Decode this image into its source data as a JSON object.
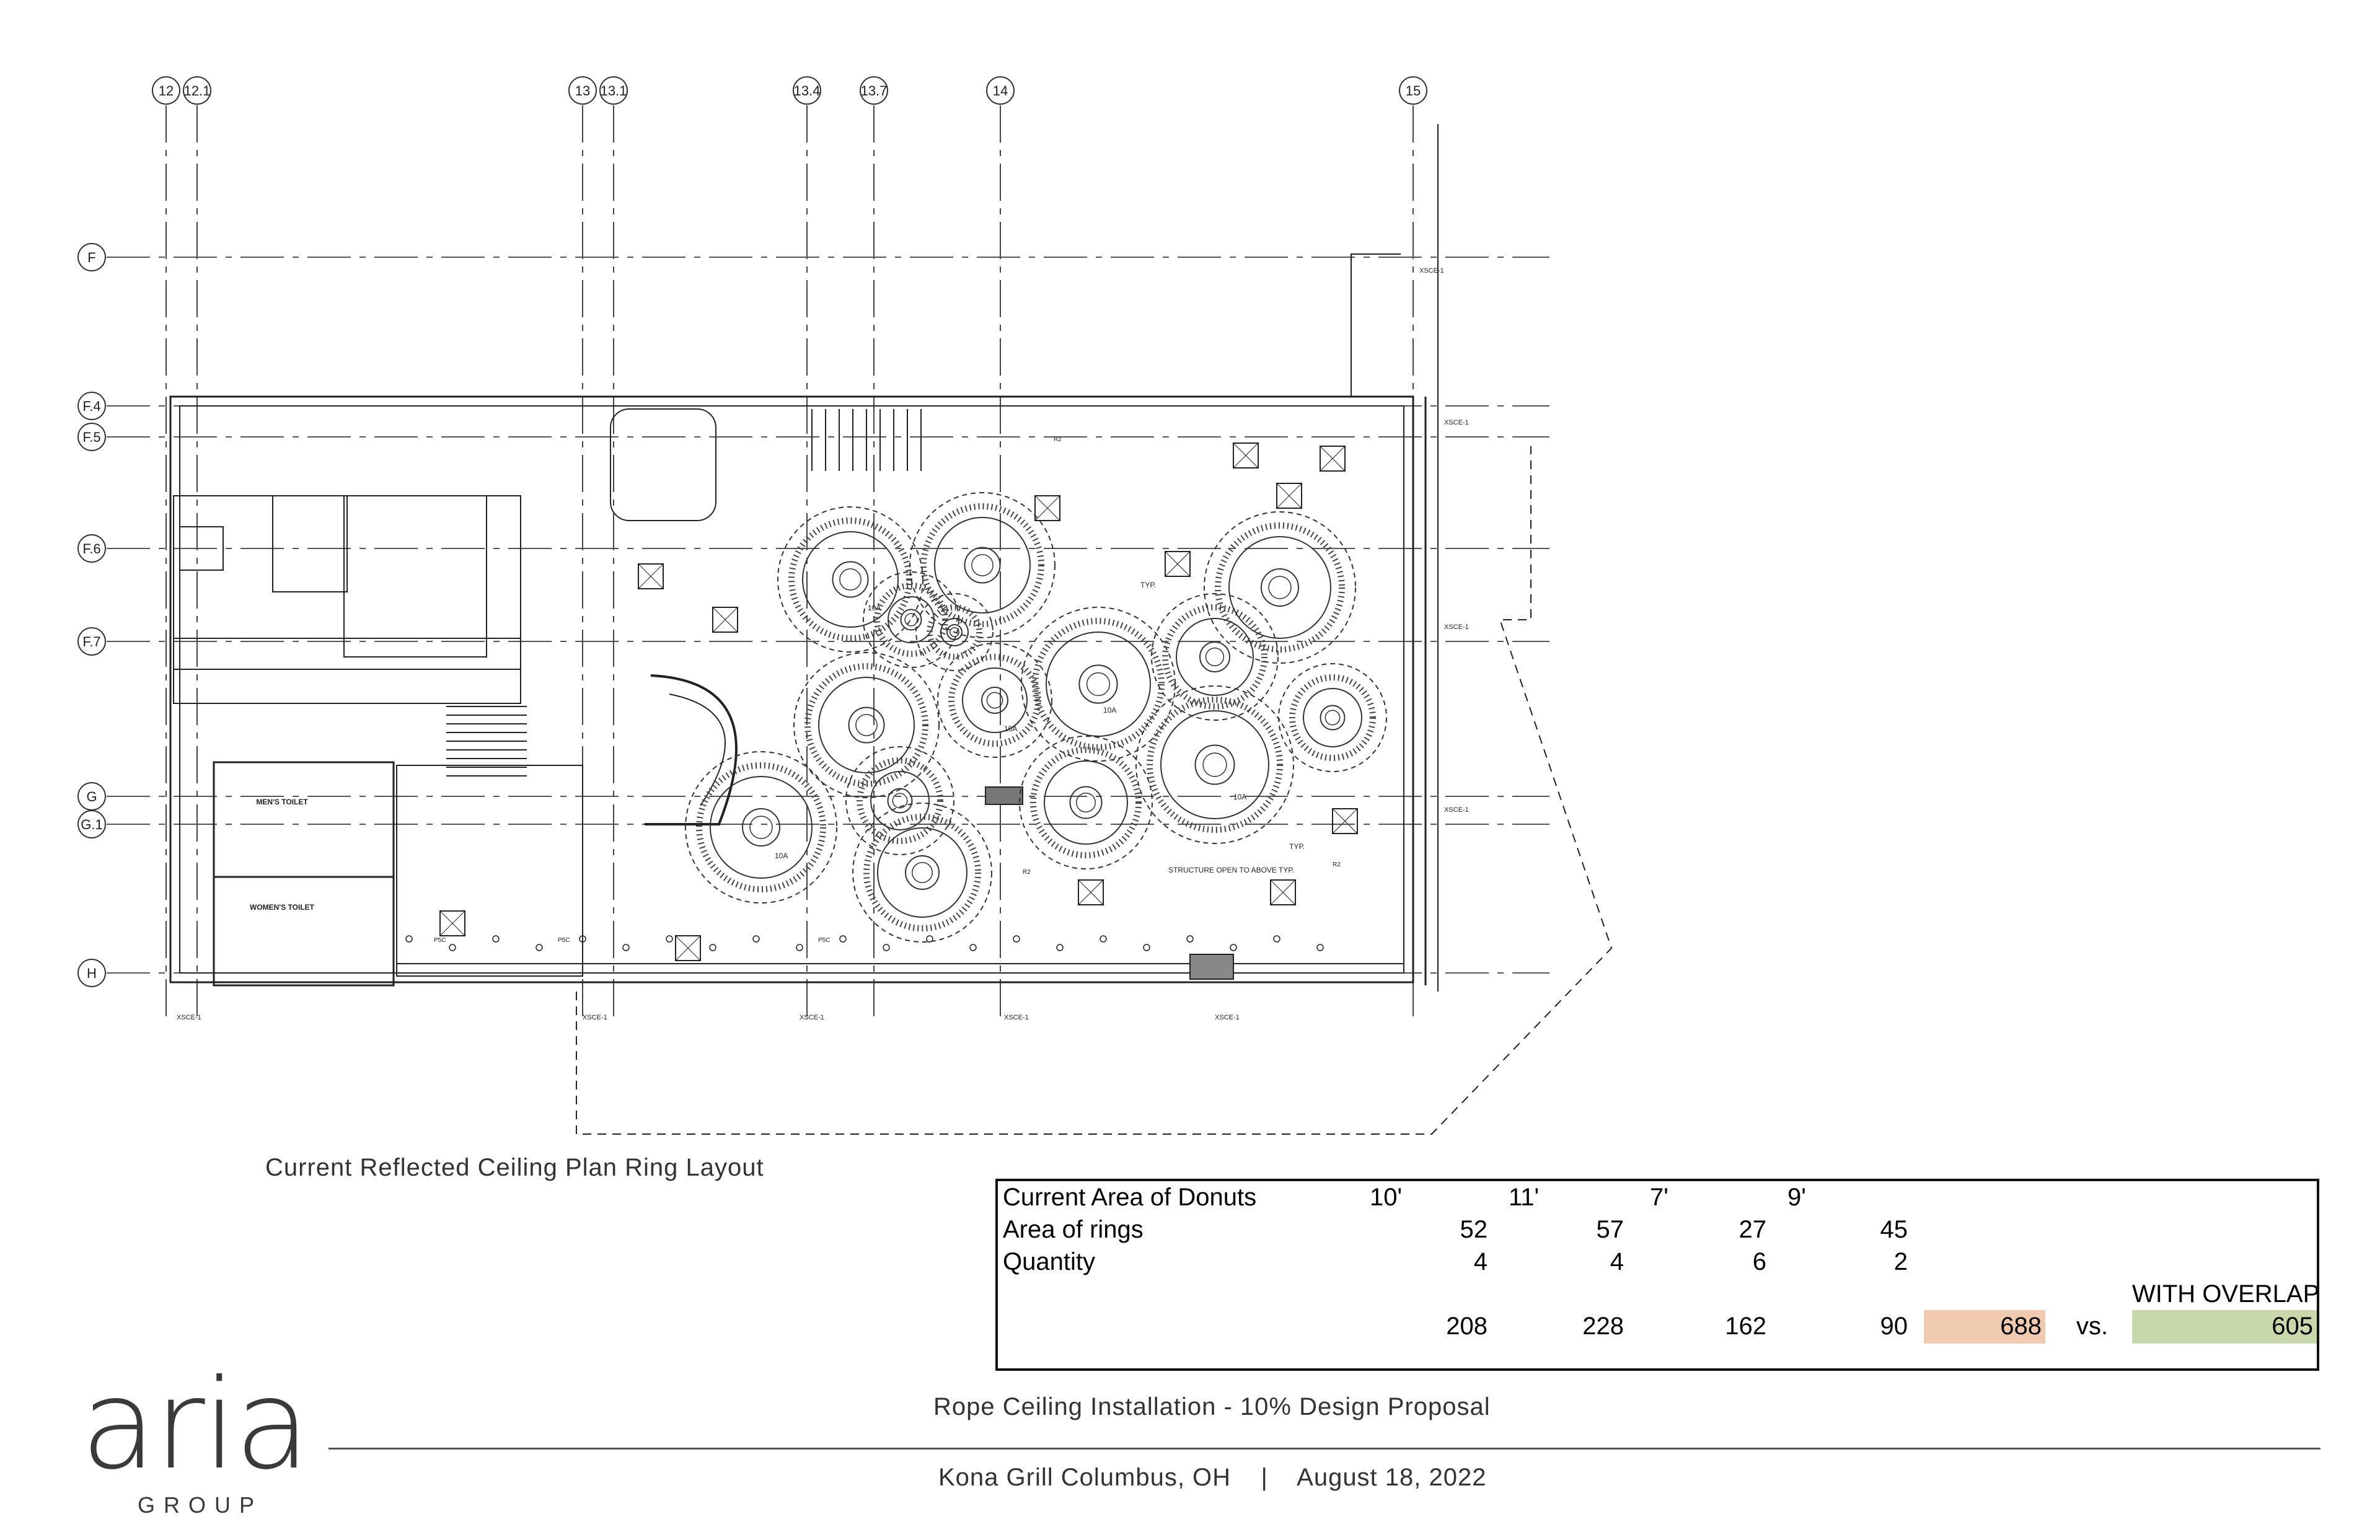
{
  "plan": {
    "grid_columns": [
      "12",
      "12.1",
      "13",
      "13.1",
      "13.4",
      "13.7",
      "14",
      "15"
    ],
    "grid_rows": [
      "F",
      "F.4",
      "F.5",
      "F.6",
      "F.7",
      "G",
      "G.1",
      "H"
    ],
    "rooms": [
      "MEN'S TOILET",
      "WOMEN'S TOILET"
    ],
    "notes": [
      "STRUCTURE OPEN TO ABOVE TYP."
    ],
    "tags": [
      "TYP.",
      "10A",
      "P5C",
      "R2",
      "XSCE-1"
    ]
  },
  "caption": "Current Reflected Ceiling Plan Ring Layout",
  "table": {
    "title": "Current Area of Donuts",
    "sizes": [
      "10'",
      "11'",
      "7'",
      "9'"
    ],
    "area_label": "Area of rings",
    "areas": [
      "52",
      "57",
      "27",
      "45"
    ],
    "quantity_label": "Quantity",
    "quantities": [
      "4",
      "4",
      "6",
      "2"
    ],
    "overlap_label": "WITH OVERLAP",
    "totals": [
      "208",
      "228",
      "162",
      "90"
    ],
    "sum": "688",
    "vs": "vs.",
    "overlap_value": "605",
    "colors": {
      "sum_highlight": "#efc9b0",
      "overlap_highlight": "#c8d8aa"
    }
  },
  "footer": {
    "title": "Rope Ceiling Installation - 10% Design Proposal",
    "location": "Kona Grill Columbus, OH",
    "separator": "|",
    "date": "August 18, 2022"
  },
  "logo": {
    "word": "aria",
    "sub": "GROUP"
  }
}
